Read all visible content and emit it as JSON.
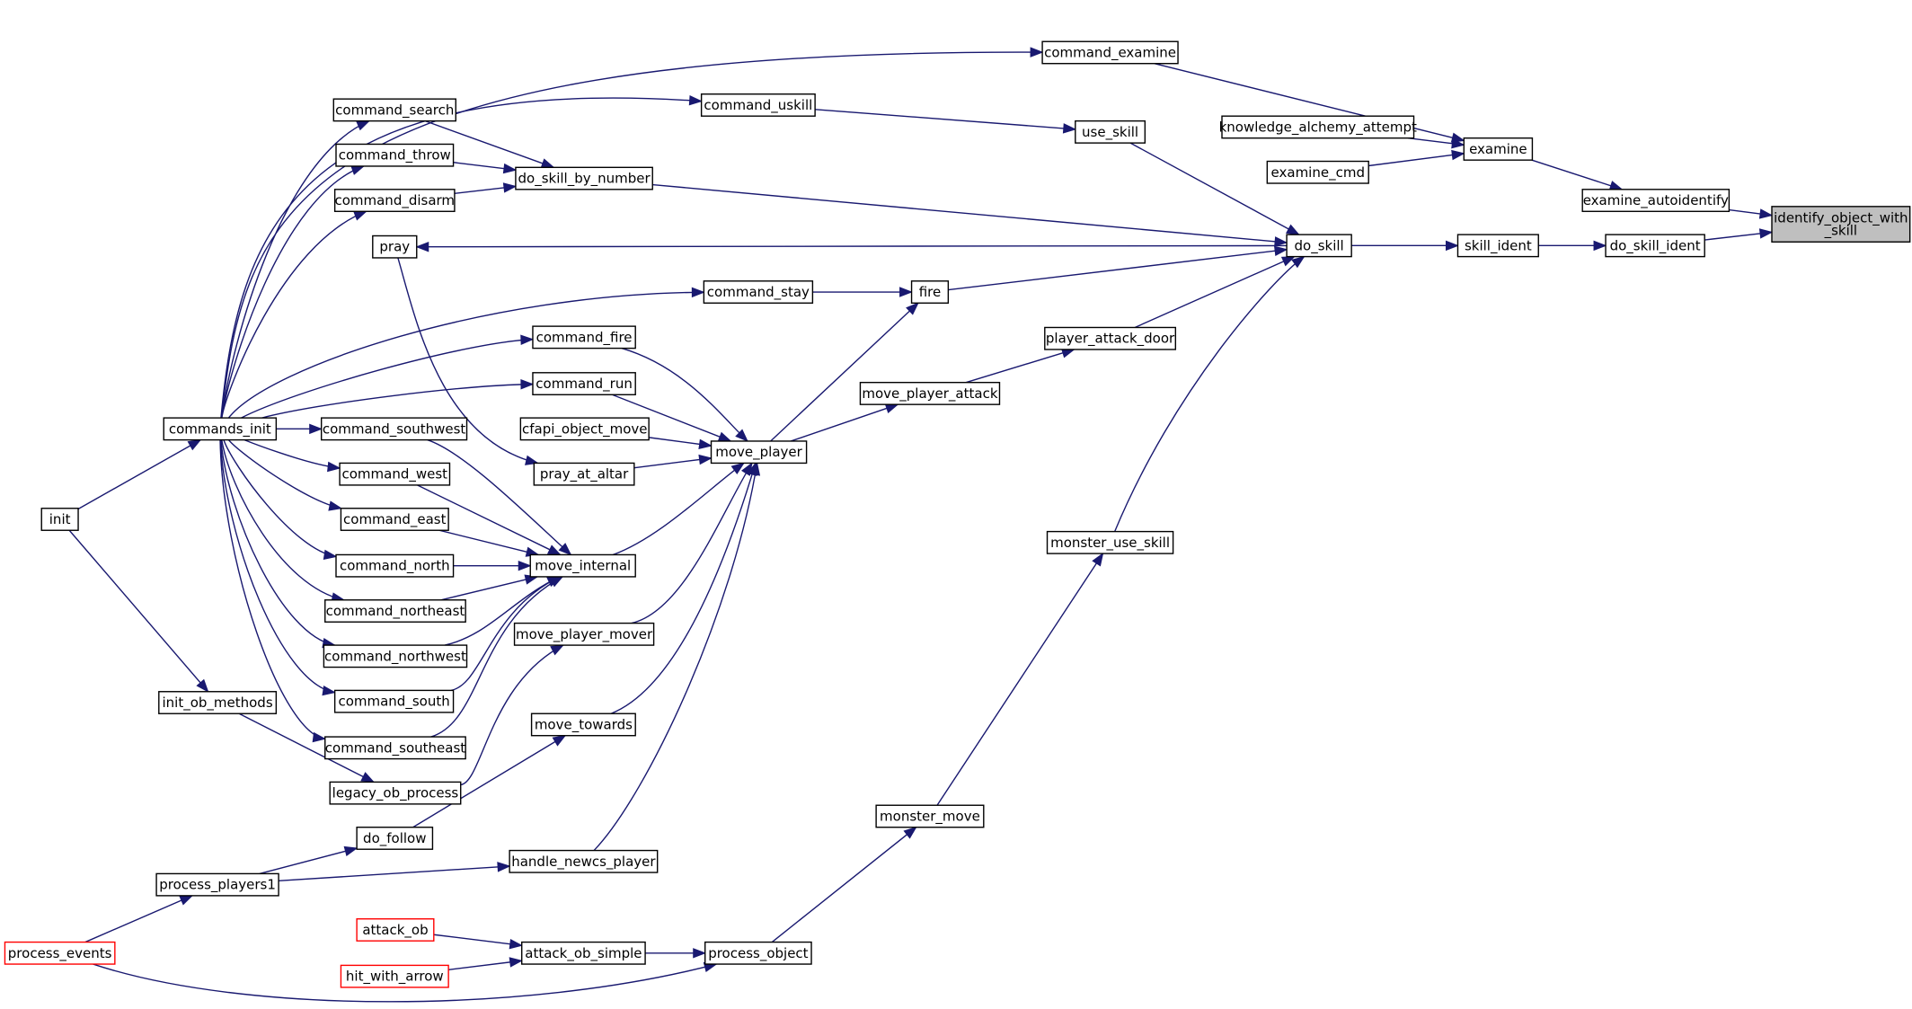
{
  "graph": {
    "nodes": [
      {
        "id": "identify",
        "lines": [
          "identify_object_with",
          "_skill"
        ],
        "style": "focus"
      },
      {
        "id": "examine_autoidentify",
        "lines": [
          "examine_autoidentify"
        ]
      },
      {
        "id": "do_skill_ident",
        "lines": [
          "do_skill_ident"
        ]
      },
      {
        "id": "examine",
        "lines": [
          "examine"
        ]
      },
      {
        "id": "skill_ident",
        "lines": [
          "skill_ident"
        ]
      },
      {
        "id": "command_examine",
        "lines": [
          "command_examine"
        ]
      },
      {
        "id": "knowledge",
        "lines": [
          "knowledge_alchemy_attempt"
        ]
      },
      {
        "id": "examine_cmd",
        "lines": [
          "examine_cmd"
        ]
      },
      {
        "id": "do_skill",
        "lines": [
          "do_skill"
        ]
      },
      {
        "id": "commands_init",
        "lines": [
          "commands_init"
        ]
      },
      {
        "id": "init",
        "lines": [
          "init"
        ]
      },
      {
        "id": "use_skill",
        "lines": [
          "use_skill"
        ]
      },
      {
        "id": "command_uskill",
        "lines": [
          "command_uskill"
        ]
      },
      {
        "id": "do_skill_by_number",
        "lines": [
          "do_skill_by_number"
        ]
      },
      {
        "id": "command_search",
        "lines": [
          "command_search"
        ]
      },
      {
        "id": "command_throw",
        "lines": [
          "command_throw"
        ]
      },
      {
        "id": "command_disarm",
        "lines": [
          "command_disarm"
        ]
      },
      {
        "id": "fire",
        "lines": [
          "fire"
        ]
      },
      {
        "id": "command_stay",
        "lines": [
          "command_stay"
        ]
      },
      {
        "id": "move_player",
        "lines": [
          "move_player"
        ]
      },
      {
        "id": "command_fire",
        "lines": [
          "command_fire"
        ]
      },
      {
        "id": "command_run",
        "lines": [
          "command_run"
        ]
      },
      {
        "id": "cfapi_object_move",
        "lines": [
          "cfapi_object_move"
        ]
      },
      {
        "id": "pray_at_altar",
        "lines": [
          "pray_at_altar"
        ]
      },
      {
        "id": "move_internal",
        "lines": [
          "move_internal"
        ]
      },
      {
        "id": "command_southwest",
        "lines": [
          "command_southwest"
        ]
      },
      {
        "id": "command_west",
        "lines": [
          "command_west"
        ]
      },
      {
        "id": "command_east",
        "lines": [
          "command_east"
        ]
      },
      {
        "id": "command_north",
        "lines": [
          "command_north"
        ]
      },
      {
        "id": "command_northeast",
        "lines": [
          "command_northeast"
        ]
      },
      {
        "id": "command_northwest",
        "lines": [
          "command_northwest"
        ]
      },
      {
        "id": "command_south",
        "lines": [
          "command_south"
        ]
      },
      {
        "id": "command_southeast",
        "lines": [
          "command_southeast"
        ]
      },
      {
        "id": "legacy_ob_process",
        "lines": [
          "legacy_ob_process"
        ]
      },
      {
        "id": "init_ob_methods",
        "lines": [
          "init_ob_methods"
        ]
      },
      {
        "id": "move_player_mover",
        "lines": [
          "move_player_mover"
        ]
      },
      {
        "id": "move_towards",
        "lines": [
          "move_towards"
        ]
      },
      {
        "id": "do_follow",
        "lines": [
          "do_follow"
        ]
      },
      {
        "id": "process_players1",
        "lines": [
          "process_players1"
        ]
      },
      {
        "id": "process_events",
        "lines": [
          "process_events"
        ],
        "style": "red"
      },
      {
        "id": "handle_newcs_player",
        "lines": [
          "handle_newcs_player"
        ]
      },
      {
        "id": "player_attack_door",
        "lines": [
          "player_attack_door"
        ]
      },
      {
        "id": "move_player_attack",
        "lines": [
          "move_player_attack"
        ]
      },
      {
        "id": "monster_use_skill",
        "lines": [
          "monster_use_skill"
        ]
      },
      {
        "id": "monster_move",
        "lines": [
          "monster_move"
        ]
      },
      {
        "id": "process_object",
        "lines": [
          "process_object"
        ]
      },
      {
        "id": "attack_ob_simple",
        "lines": [
          "attack_ob_simple"
        ]
      },
      {
        "id": "attack_ob",
        "lines": [
          "attack_ob"
        ],
        "style": "red"
      },
      {
        "id": "hit_with_arrow",
        "lines": [
          "hit_with_arrow"
        ],
        "style": "red"
      },
      {
        "id": "pray",
        "lines": [
          "pray"
        ]
      }
    ],
    "edges": [
      {
        "from": "examine_autoidentify",
        "to": "identify"
      },
      {
        "from": "do_skill_ident",
        "to": "identify"
      },
      {
        "from": "examine",
        "to": "examine_autoidentify"
      },
      {
        "from": "command_examine",
        "to": "examine"
      },
      {
        "from": "knowledge",
        "to": "examine"
      },
      {
        "from": "examine_cmd",
        "to": "examine"
      },
      {
        "from": "commands_init",
        "to": "command_examine"
      },
      {
        "from": "skill_ident",
        "to": "do_skill_ident"
      },
      {
        "from": "do_skill",
        "to": "skill_ident"
      },
      {
        "from": "use_skill",
        "to": "do_skill"
      },
      {
        "from": "do_skill_by_number",
        "to": "do_skill"
      },
      {
        "from": "fire",
        "to": "do_skill"
      },
      {
        "from": "player_attack_door",
        "to": "do_skill"
      },
      {
        "from": "monster_use_skill",
        "to": "do_skill"
      },
      {
        "from": "do_skill",
        "to": "pray"
      },
      {
        "from": "command_uskill",
        "to": "use_skill"
      },
      {
        "from": "commands_init",
        "to": "command_uskill"
      },
      {
        "from": "command_search",
        "to": "do_skill_by_number"
      },
      {
        "from": "command_throw",
        "to": "do_skill_by_number"
      },
      {
        "from": "command_disarm",
        "to": "do_skill_by_number"
      },
      {
        "from": "commands_init",
        "to": "command_search"
      },
      {
        "from": "commands_init",
        "to": "command_throw"
      },
      {
        "from": "commands_init",
        "to": "command_disarm"
      },
      {
        "from": "init",
        "to": "commands_init"
      },
      {
        "from": "command_stay",
        "to": "fire"
      },
      {
        "from": "move_player",
        "to": "fire"
      },
      {
        "from": "commands_init",
        "to": "command_stay"
      },
      {
        "from": "move_player_attack",
        "to": "player_attack_door"
      },
      {
        "from": "move_player",
        "to": "move_player_attack"
      },
      {
        "from": "command_fire",
        "to": "move_player"
      },
      {
        "from": "command_run",
        "to": "move_player"
      },
      {
        "from": "cfapi_object_move",
        "to": "move_player"
      },
      {
        "from": "pray_at_altar",
        "to": "move_player"
      },
      {
        "from": "move_internal",
        "to": "move_player"
      },
      {
        "from": "move_player_mover",
        "to": "move_player"
      },
      {
        "from": "move_towards",
        "to": "move_player"
      },
      {
        "from": "handle_newcs_player",
        "to": "move_player"
      },
      {
        "from": "commands_init",
        "to": "command_fire"
      },
      {
        "from": "commands_init",
        "to": "command_run"
      },
      {
        "from": "pray",
        "to": "pray_at_altar"
      },
      {
        "from": "command_southwest",
        "to": "move_internal"
      },
      {
        "from": "command_west",
        "to": "move_internal"
      },
      {
        "from": "command_east",
        "to": "move_internal"
      },
      {
        "from": "command_north",
        "to": "move_internal"
      },
      {
        "from": "command_northeast",
        "to": "move_internal"
      },
      {
        "from": "command_northwest",
        "to": "move_internal"
      },
      {
        "from": "command_south",
        "to": "move_internal"
      },
      {
        "from": "command_southeast",
        "to": "move_internal"
      },
      {
        "from": "commands_init",
        "to": "command_southwest"
      },
      {
        "from": "commands_init",
        "to": "command_west"
      },
      {
        "from": "commands_init",
        "to": "command_east"
      },
      {
        "from": "commands_init",
        "to": "command_north"
      },
      {
        "from": "commands_init",
        "to": "command_northeast"
      },
      {
        "from": "commands_init",
        "to": "command_northwest"
      },
      {
        "from": "commands_init",
        "to": "command_south"
      },
      {
        "from": "commands_init",
        "to": "command_southeast"
      },
      {
        "from": "legacy_ob_process",
        "to": "move_player_mover"
      },
      {
        "from": "init_ob_methods",
        "to": "legacy_ob_process"
      },
      {
        "from": "init",
        "to": "init_ob_methods"
      },
      {
        "from": "do_follow",
        "to": "move_towards"
      },
      {
        "from": "process_players1",
        "to": "do_follow"
      },
      {
        "from": "process_players1",
        "to": "handle_newcs_player"
      },
      {
        "from": "process_events",
        "to": "process_players1"
      },
      {
        "from": "process_events",
        "to": "process_object"
      },
      {
        "from": "monster_move",
        "to": "monster_use_skill"
      },
      {
        "from": "process_object",
        "to": "monster_move"
      },
      {
        "from": "attack_ob_simple",
        "to": "process_object"
      },
      {
        "from": "attack_ob",
        "to": "attack_ob_simple"
      },
      {
        "from": "hit_with_arrow",
        "to": "attack_ob_simple"
      }
    ]
  }
}
